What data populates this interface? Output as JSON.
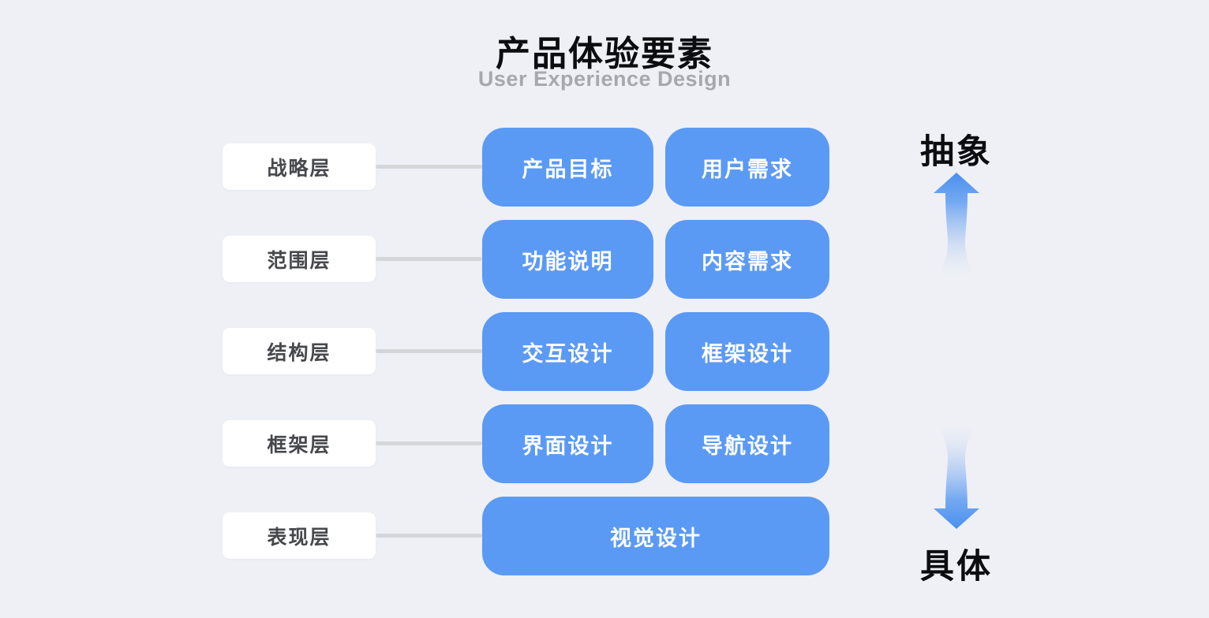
{
  "header": {
    "title": "产品体验要素",
    "subtitle": "User Experience Design"
  },
  "rows": [
    {
      "layer": "战略层",
      "items": [
        "产品目标",
        "用户需求"
      ]
    },
    {
      "layer": "范围层",
      "items": [
        "功能说明",
        "内容需求"
      ]
    },
    {
      "layer": "结构层",
      "items": [
        "交互设计",
        "框架设计"
      ]
    },
    {
      "layer": "框架层",
      "items": [
        "界面设计",
        "导航设计"
      ]
    },
    {
      "layer": "表现层",
      "items": [
        "视觉设计"
      ]
    }
  ],
  "axis": {
    "top_label": "抽象",
    "bottom_label": "具体"
  },
  "colors": {
    "background": "#eef0f5",
    "element_blue": "#5b9af4",
    "arrow_blue": "#4a8fee",
    "connector_gray": "#d4d6da",
    "card_white": "#ffffff",
    "title_black": "#0c0d10",
    "subtitle_gray": "#a6a8ae",
    "label_text": "#47484c"
  }
}
